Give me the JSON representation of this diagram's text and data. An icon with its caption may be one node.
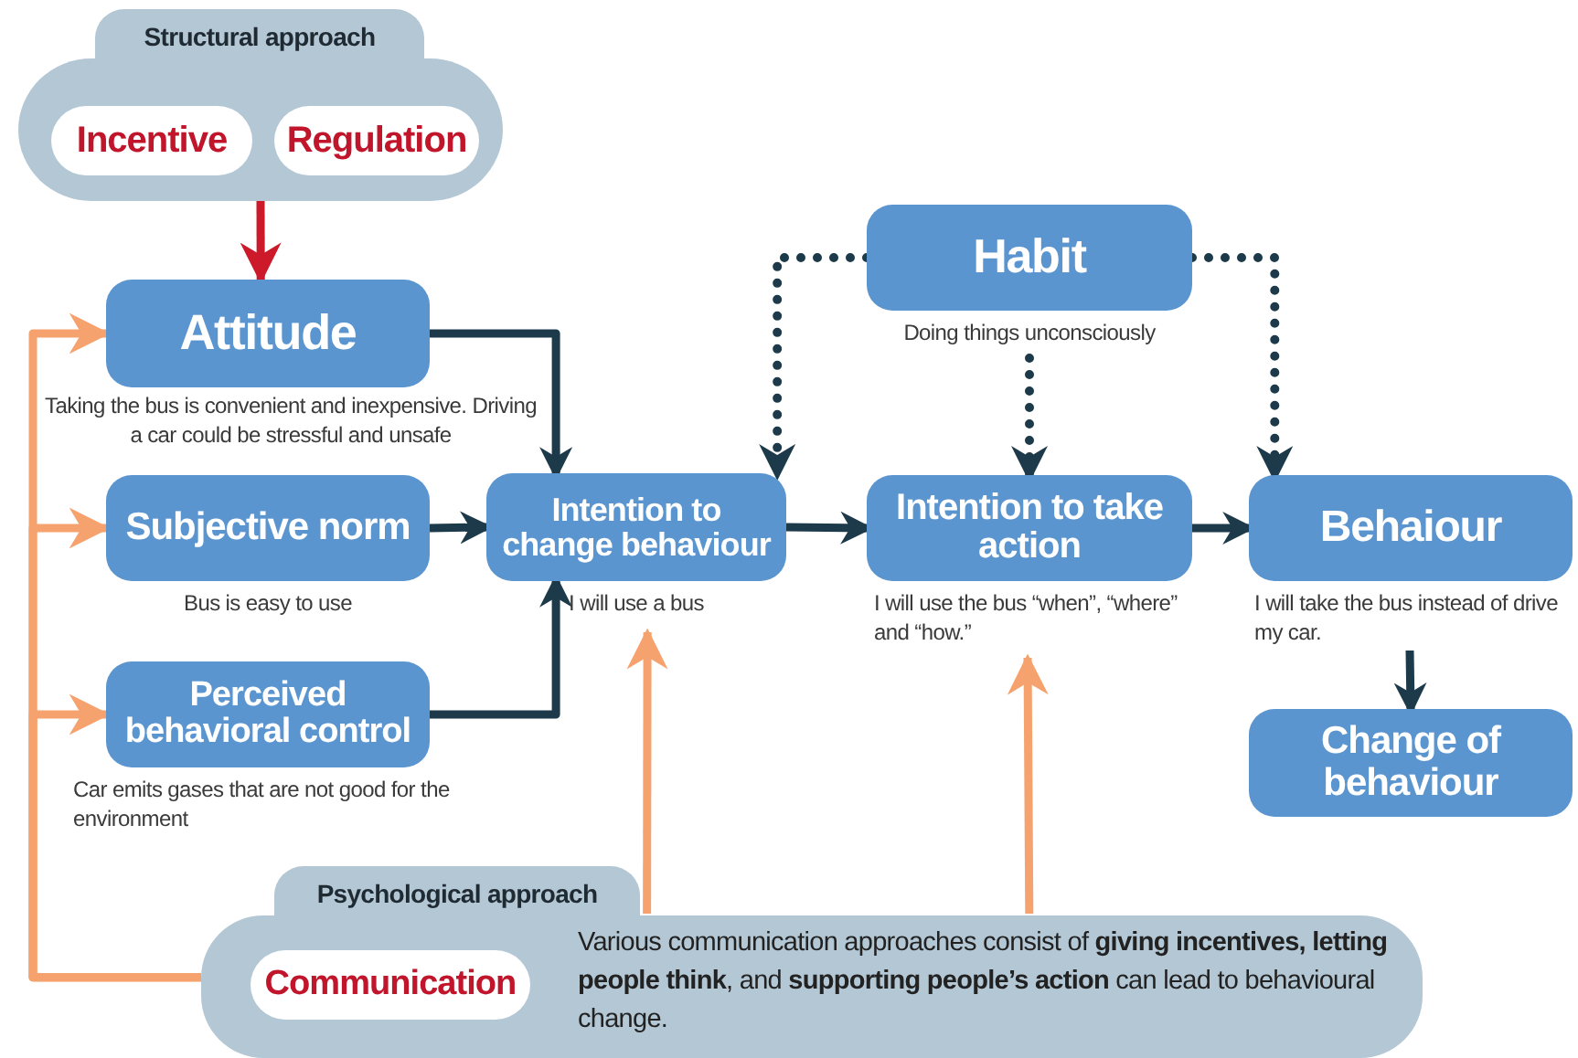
{
  "diagram": {
    "nodes": [
      {
        "text": [
          "Structural approach"
        ]
      },
      {
        "text": [
          "Incentive"
        ],
        "in": 0
      },
      {
        "text": [
          "Regulation"
        ],
        "in": 0
      },
      {
        "text": [
          "Attitude"
        ],
        "beside": [
          "Taking the bus is convenient and inexpensive. Driving a car could be stressful and unsafe"
        ]
      },
      {
        "text": [
          "Subjective norm"
        ],
        "beside": [
          "Bus is easy to use"
        ]
      },
      {
        "text": [
          "Perceived behavioral control"
        ],
        "beside": [
          "Car emits gases that are not good for the environment"
        ]
      },
      {
        "text": [
          "Intention to change behaviour"
        ],
        "beside": [
          "I will use a bus"
        ]
      },
      {
        "text": [
          "Habit"
        ],
        "beside": [
          "Doing things unconsciously"
        ]
      },
      {
        "text": [
          "Intention to take action"
        ],
        "beside": [
          "I will use the bus “when”, “where” and “how.”"
        ]
      },
      {
        "text": [
          "Behaiour"
        ],
        "beside": [
          "I will take the bus instead of drive my car."
        ]
      },
      {
        "text": [
          "Change of behaviour"
        ]
      },
      {
        "text": [
          "Psychological approach",
          "Various communication approaches consist of **giving incentives, letting people think**, and **supporting people’s action** can lead to behavioural change."
        ]
      },
      {
        "text": [
          "Communication"
        ],
        "in": 11
      }
    ],
    "edges": [
      {
        "from": 0,
        "to": 3,
        "arrow": "to",
        "color": "#cc1a2a"
      },
      {
        "from": 3,
        "to": 6,
        "arrow": "to"
      },
      {
        "from": 4,
        "to": 6,
        "arrow": "to"
      },
      {
        "from": 5,
        "to": 6,
        "arrow": "to"
      },
      {
        "from": 6,
        "to": 8,
        "arrow": "to"
      },
      {
        "from": 8,
        "to": 9,
        "arrow": "to"
      },
      {
        "from": 9,
        "to": 10,
        "arrow": "to"
      },
      {
        "from": 7,
        "to": 6,
        "arrow": "to",
        "style": "dashed"
      },
      {
        "from": 7,
        "to": 8,
        "arrow": "to",
        "style": "dashed"
      },
      {
        "from": 7,
        "to": 9,
        "arrow": "to",
        "style": "dashed"
      },
      {
        "from": 11,
        "to": 3,
        "arrow": "to",
        "color": "#f5a26e"
      },
      {
        "from": 11,
        "to": 4,
        "arrow": "to",
        "color": "#f5a26e"
      },
      {
        "from": 11,
        "to": 5,
        "arrow": "to",
        "color": "#f5a26e"
      },
      {
        "from": 11,
        "to": 6,
        "arrow": "to",
        "color": "#f5a26e"
      },
      {
        "from": 11,
        "to": 8,
        "arrow": "to",
        "color": "#f5a26e"
      }
    ]
  }
}
